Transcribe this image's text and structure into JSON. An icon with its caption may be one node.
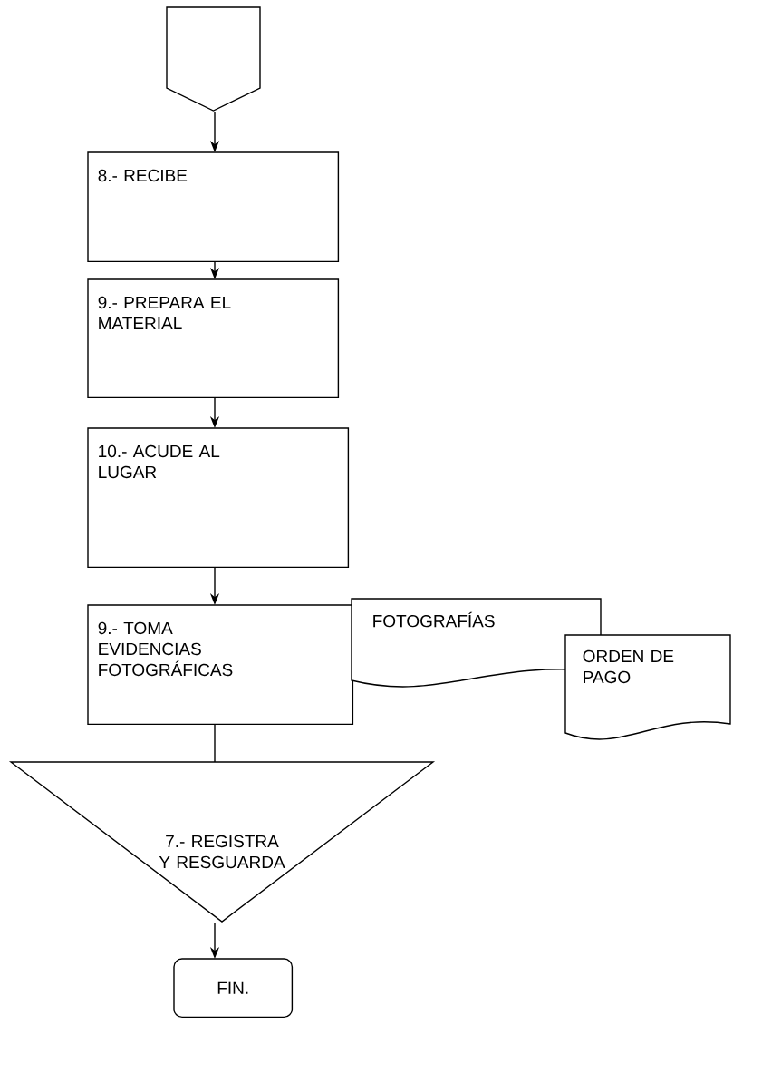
{
  "diagram": {
    "nodes": [
      {
        "text": [],
        "shape": "pentagon"
      },
      {
        "text": [
          "8.- RECIBE"
        ]
      },
      {
        "text": [
          "9.- PREPARA EL MATERIAL"
        ]
      },
      {
        "text": [
          "10.- ACUDE AL LUGAR"
        ]
      },
      {
        "text": [
          "9.- TOMA EVIDENCIAS FOTOGRÁFICAS"
        ]
      },
      {
        "text": [
          "FOTOGRAFÍAS"
        ]
      },
      {
        "text": [
          "ORDEN DE PAGO"
        ]
      },
      {
        "text": [
          "7.- REGISTRA Y RESGUARDA"
        ]
      },
      {
        "text": [
          "FIN."
        ]
      }
    ],
    "edges": [
      {
        "from": 0,
        "to": 1,
        "arrow": "to"
      },
      {
        "from": 1,
        "to": 2,
        "arrow": "to"
      },
      {
        "from": 2,
        "to": 3,
        "arrow": "to"
      },
      {
        "from": 3,
        "to": 4,
        "arrow": "to"
      },
      {
        "from": 4,
        "to": 7,
        "arrow": "none"
      },
      {
        "from": 7,
        "to": 8,
        "arrow": "to"
      }
    ]
  }
}
